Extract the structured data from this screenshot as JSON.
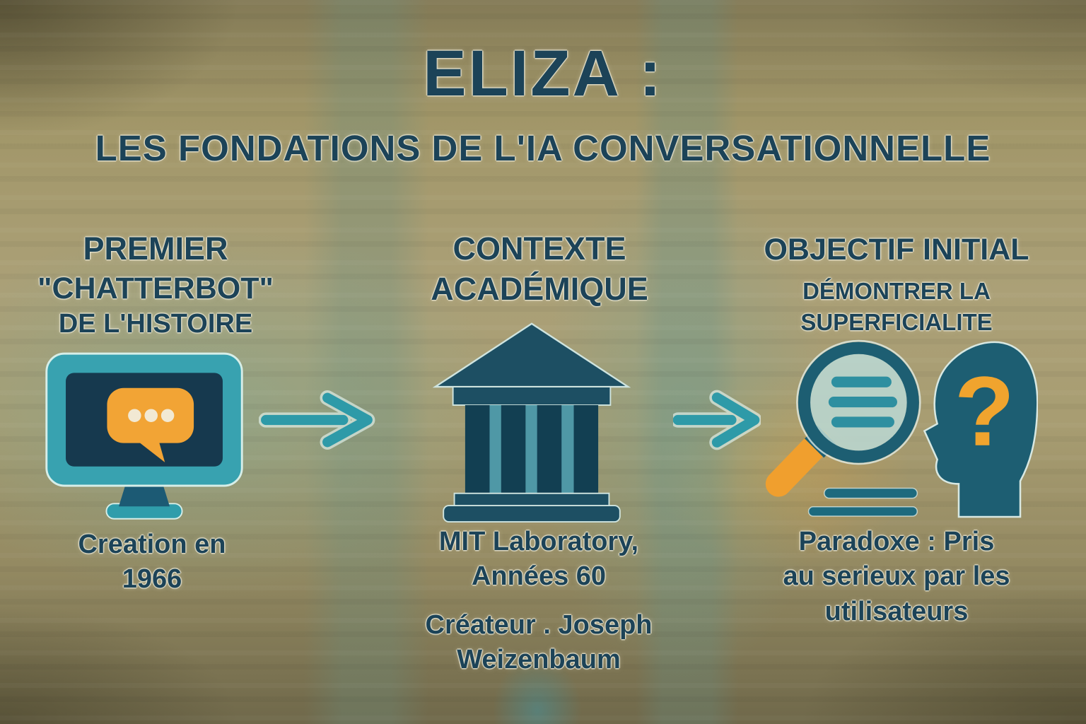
{
  "title": "ELIZA :",
  "subtitle": "LES FONDATIONS DE L'IA CONVERSATIONNELLE",
  "columns": [
    {
      "heading_lines": [
        "PREMIER",
        "\"CHATTERBOT\"",
        "DE L'HISTOIRE"
      ],
      "icon": "computer-chat-icon",
      "caption_lines": [
        "Creation en",
        "1966"
      ]
    },
    {
      "heading_lines": [
        "CONTEXTE",
        "ACADÉMIQUE"
      ],
      "icon": "academic-building-icon",
      "caption_lines": [
        "MIT Laboratory,",
        "Années 60"
      ],
      "caption2_lines": [
        "Créateur . Joseph",
        "Weizenbaum"
      ]
    },
    {
      "heading_lines": [
        "OBJECTIF INITIAL"
      ],
      "subheading_lines": [
        "DÉMONTRER LA",
        "SUPERFICIALITE"
      ],
      "icon_left": "magnifier-text-icon",
      "icon_right": "head-question-icon",
      "caption_lines": [
        "Paradoxe : Pris",
        "au serieux par les",
        "utilisateurs"
      ]
    }
  ],
  "connectors": [
    "arrow-right-icon",
    "arrow-right-icon"
  ],
  "colors": {
    "ink": "#1c4358",
    "teal": "#2e9aa8",
    "teal_dark": "#1d5e72",
    "navy_screen": "#16394e",
    "orange": "#f2a435",
    "cream": "#f2e9d3"
  }
}
